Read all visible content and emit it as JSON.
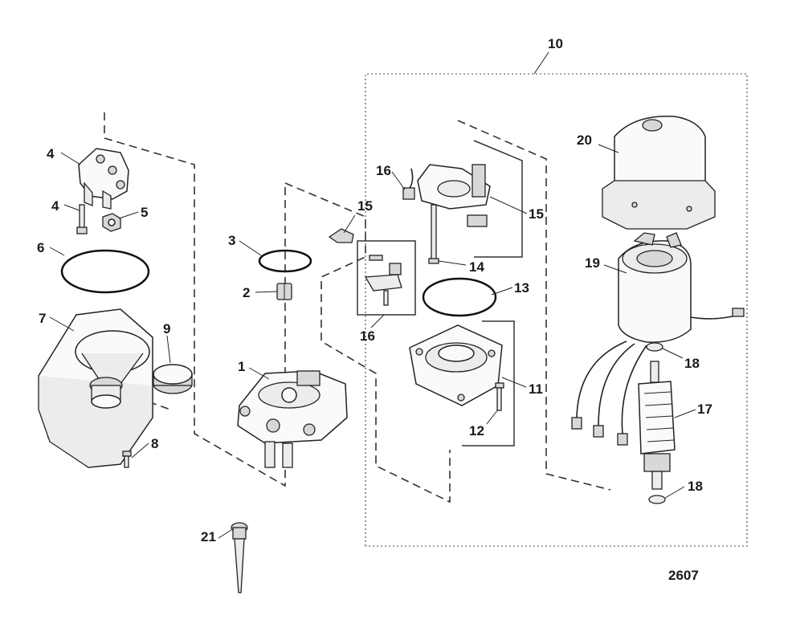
{
  "figure_number": "2607",
  "callouts": {
    "c1": "1",
    "c2": "2",
    "c3": "3",
    "c4a": "4",
    "c4b": "4",
    "c5": "5",
    "c6": "6",
    "c7": "7",
    "c8": "8",
    "c9": "9",
    "c10": "10",
    "c11": "11",
    "c12": "12",
    "c13": "13",
    "c14": "14",
    "c15a": "15",
    "c15b": "15",
    "c16a": "16",
    "c16b": "16",
    "c17": "17",
    "c18a": "18",
    "c18b": "18",
    "c19": "19",
    "c20": "20",
    "c21": "21"
  }
}
